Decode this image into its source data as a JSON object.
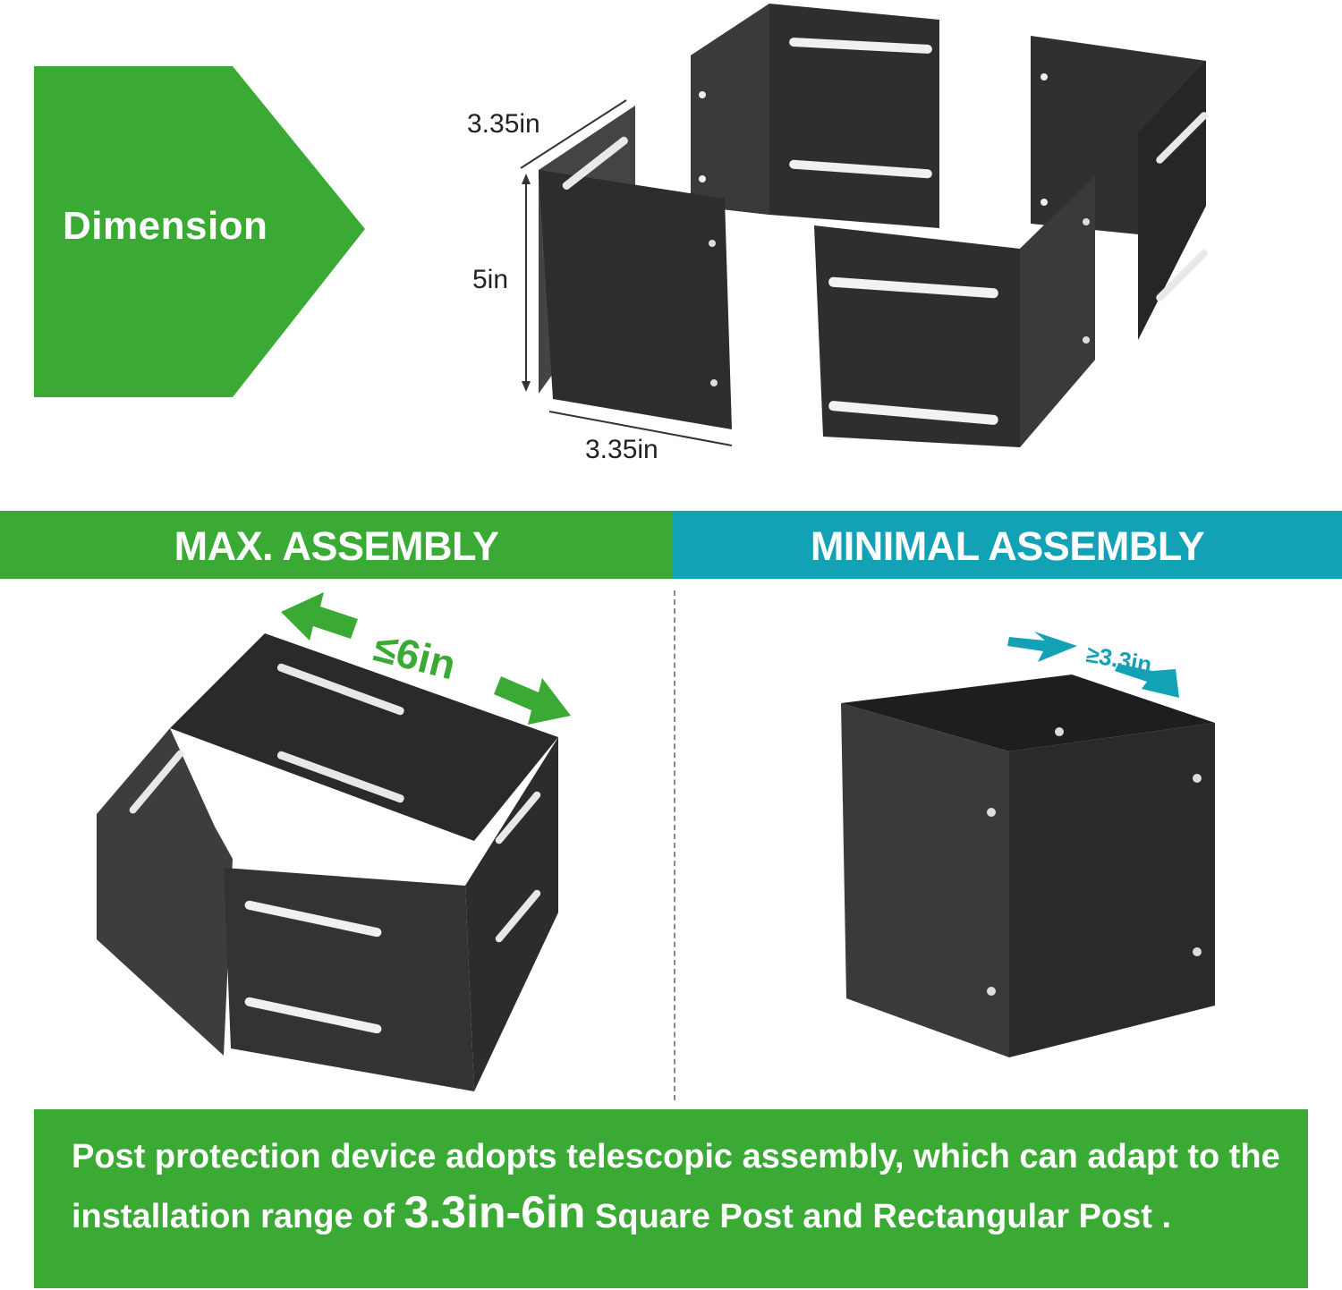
{
  "dimension_section": {
    "label": "Dimension",
    "width_top": "3.35in",
    "height": "5in",
    "width_bottom": "3.35in"
  },
  "max_assembly": {
    "title": "MAX. ASSEMBLY",
    "measure": "≤6in"
  },
  "minimal_assembly": {
    "title": "MINIMAL ASSEMBLY",
    "measure": "≥3.3in"
  },
  "description": {
    "part1": "Post protection device adopts telescopic assembly, which can adapt to the installation range of ",
    "range": "3.3in-6in",
    "part2": " Square Post and Rectangular Post ."
  },
  "colors": {
    "green": "#3aaa35",
    "teal": "#13a1b5",
    "metal": "#2b2b2d"
  }
}
